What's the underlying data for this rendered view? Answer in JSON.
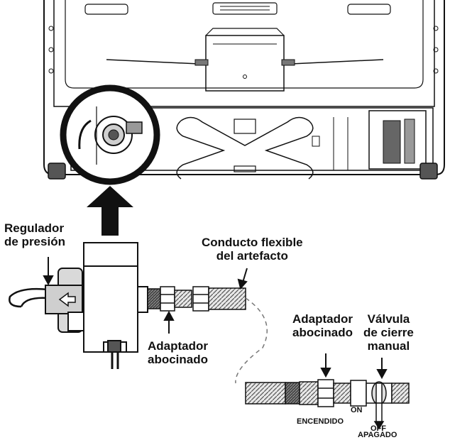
{
  "labels": {
    "pressure_regulator": [
      "Regulador",
      "de presión"
    ],
    "appliance_flex_line": [
      "Conducto flexible",
      "del artefacto"
    ],
    "flare_adapter_left": [
      "Adaptador",
      "abocinado"
    ],
    "flare_adapter_right": [
      "Adaptador",
      "abocinado"
    ],
    "shutoff_valve": [
      "Válvula",
      "de cierre",
      "manual"
    ],
    "on": "ON",
    "on_es": "ENCENDIDO",
    "off": "OFF",
    "off_es": "APAGADO"
  },
  "icons": {
    "up_arrow": "up-arrow-icon",
    "magnify_circle": "magnifier-circle-icon"
  },
  "colors": {
    "line": "#111111",
    "fill_dark": "#333333",
    "fill_mid": "#8a8a8a",
    "fill_light": "#e6e6e6"
  }
}
